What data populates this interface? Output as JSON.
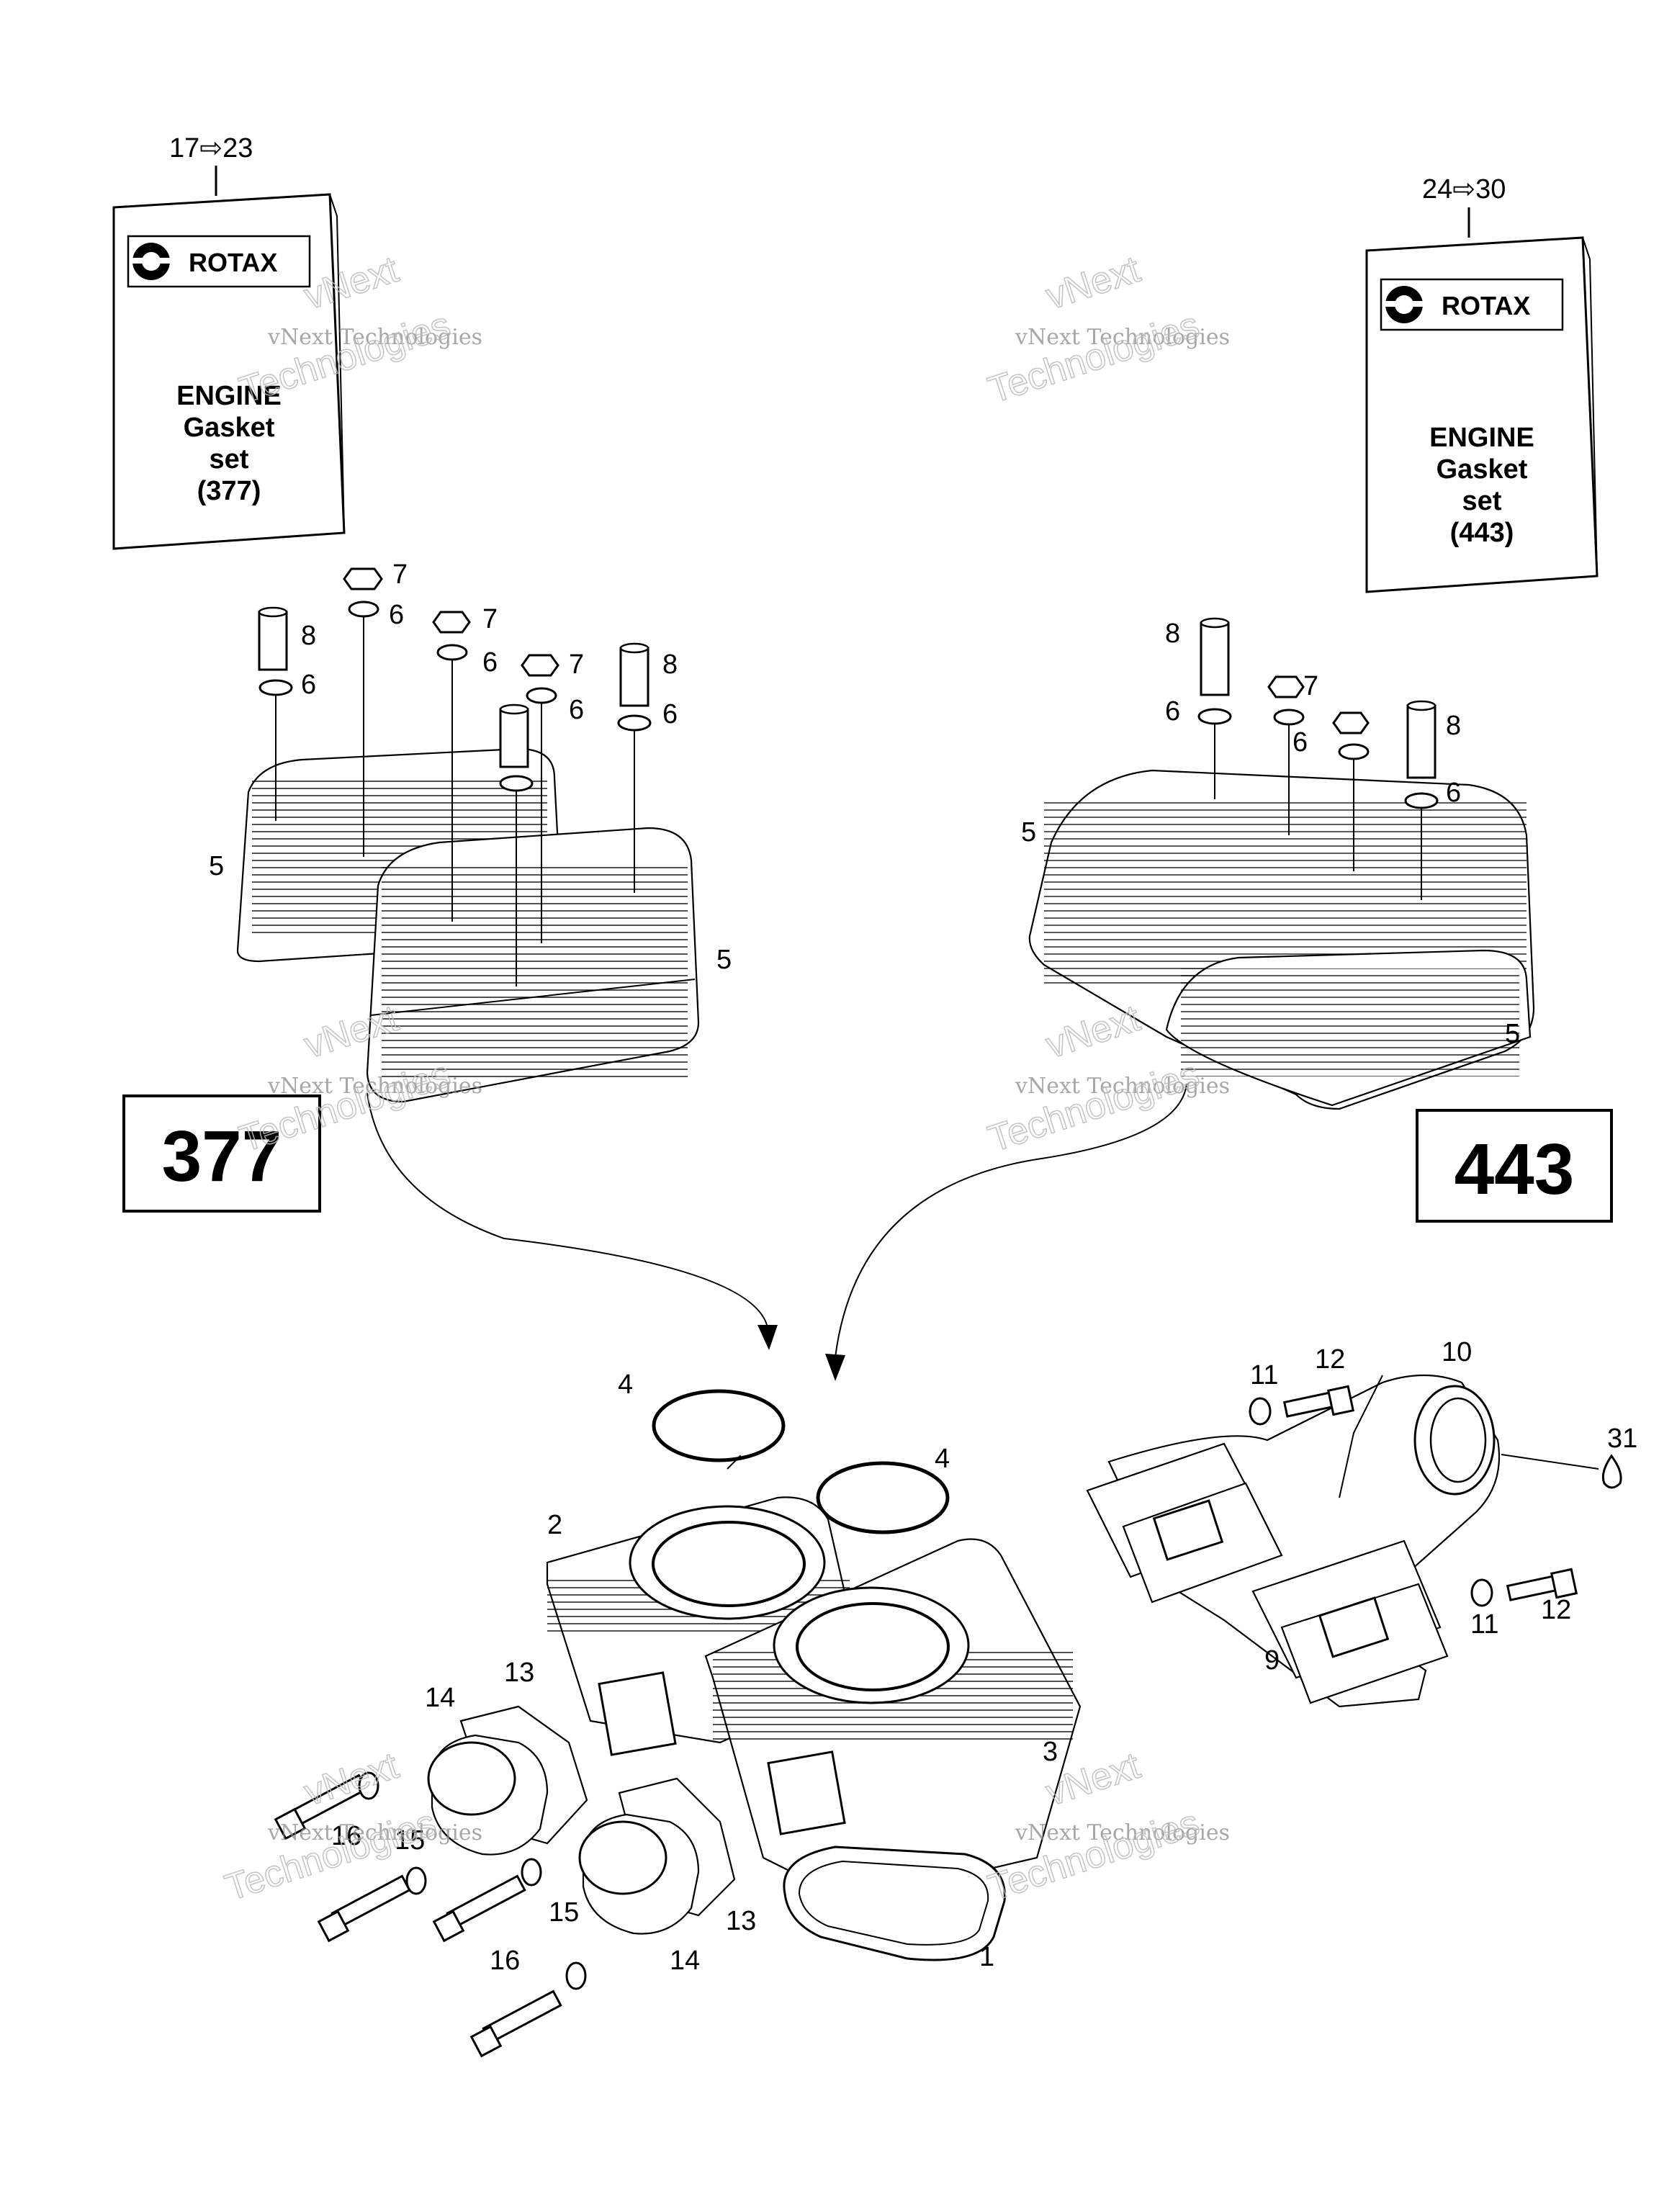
{
  "ranges": {
    "left_range": "17⇨23",
    "right_range": "24⇨30"
  },
  "kits": {
    "left": {
      "brand": "ROTAX",
      "line1": "ENGINE",
      "line2": "Gasket",
      "line3": "set",
      "line4": "(377)"
    },
    "right": {
      "brand": "ROTAX",
      "line1": "ENGINE",
      "line2": "Gasket",
      "line3": "set",
      "line4": "(443)"
    }
  },
  "models": {
    "left_box": "377",
    "right_box": "443"
  },
  "callouts": {
    "c1": "1",
    "c2": "2",
    "c3": "3",
    "c4a": "4",
    "c4b": "4",
    "c5a": "5",
    "c5b": "5",
    "c5c": "5",
    "c5d": "5",
    "c6a": "6",
    "c6b": "6",
    "c6c": "6",
    "c6d": "6",
    "c6e": "6",
    "c6f": "6",
    "c6g": "6",
    "c6h": "6",
    "c7a": "7",
    "c7b": "7",
    "c7c": "7",
    "c7d": "7",
    "c8a": "8",
    "c8b": "8",
    "c8c": "8",
    "c8d": "8",
    "c9": "9",
    "c10": "10",
    "c11a": "11",
    "c11b": "11",
    "c12a": "12",
    "c12b": "12",
    "c13a": "13",
    "c13b": "13",
    "c14a": "14",
    "c14b": "14",
    "c15a": "15",
    "c15b": "15",
    "c16a": "16",
    "c16b": "16",
    "c31": "31"
  },
  "watermark": {
    "line_small": "vNext Technologies",
    "line_big_1": "vNext",
    "line_big_2": "Technologies"
  }
}
